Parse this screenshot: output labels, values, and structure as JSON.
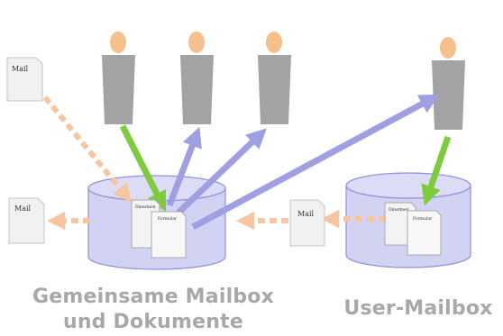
{
  "captions": {
    "shared_mailbox_line1": "Gemeinsame Mailbox",
    "shared_mailbox_line2": "und Dokumente",
    "user_mailbox": "User-Mailbox"
  },
  "documents": {
    "mail_label": "Mail",
    "doc_entwurf_label": "Dinermen",
    "doc_formular_label": "Formular"
  },
  "colors": {
    "person_head": "#f5c08b",
    "person_body": "#a3a3a3",
    "cylinder_fill": "#d2d2f3",
    "cylinder_stroke": "#8f8fdc",
    "arrow_green": "#7fcb3f",
    "arrow_blue": "#9f9fe2",
    "arrow_dashed_orange": "#f7c6a0",
    "caption_text": "#a8a8a8"
  }
}
